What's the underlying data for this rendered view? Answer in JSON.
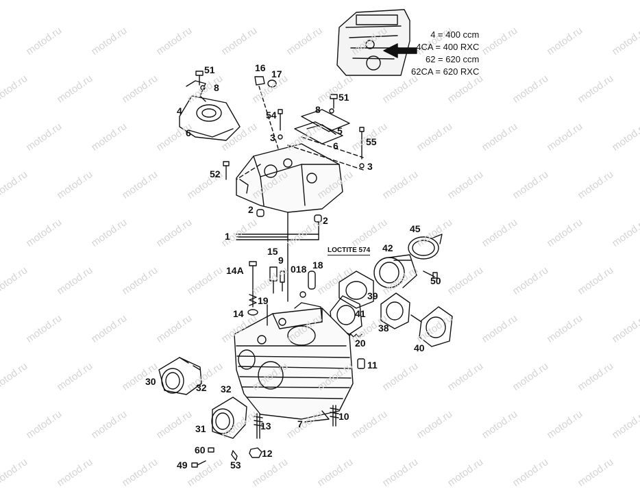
{
  "watermark_text": "motod.ru",
  "legend": [
    "4 = 400 ccm",
    "4CA = 400 RXC",
    "62 = 620 ccm",
    "62CA = 620 RXC"
  ],
  "note": "LOCTITE 574",
  "callouts": {
    "c51a": "51",
    "c8a": "8",
    "c4": "4",
    "c6a": "6",
    "c16": "16",
    "c17": "17",
    "c54": "54",
    "c3a": "3",
    "c51b": "51",
    "c8b": "8",
    "c5": "5",
    "c6b": "6",
    "c55": "55",
    "c3b": "3",
    "c52": "52",
    "c2a": "2",
    "c2b": "2",
    "c1": "1",
    "c15": "15",
    "c9": "9",
    "c14A": "14A",
    "c018": "018",
    "c18": "18",
    "c45": "45",
    "c42": "42",
    "c50": "50",
    "c39": "39",
    "c41": "41",
    "c38": "38",
    "c40": "40",
    "c19": "19",
    "c14": "14",
    "c20": "20",
    "c11": "11",
    "c30": "30",
    "c32a": "32",
    "c32b": "32",
    "c31": "31",
    "c13": "13",
    "c7": "7",
    "c10": "10",
    "c60": "60",
    "c12": "12",
    "c49": "49",
    "c53": "53"
  }
}
